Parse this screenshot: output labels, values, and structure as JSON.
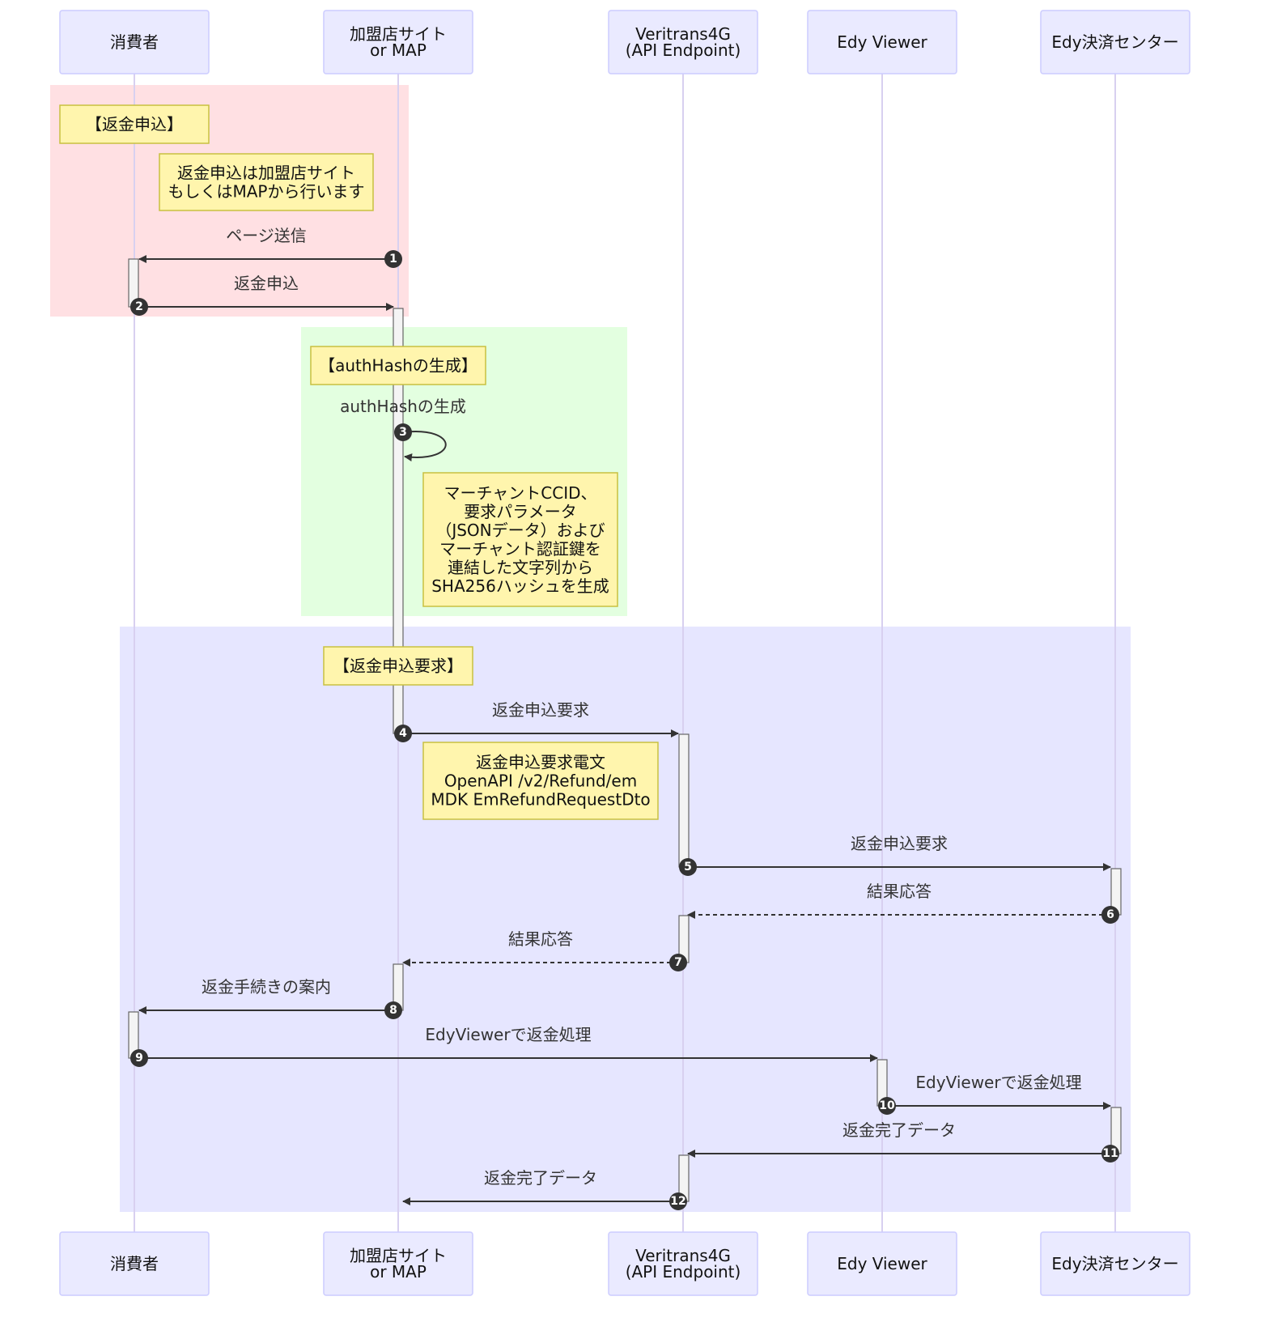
{
  "actors": [
    {
      "id": "consumer",
      "label": [
        "消費者"
      ]
    },
    {
      "id": "merchant",
      "label": [
        "加盟店サイト",
        "or MAP"
      ]
    },
    {
      "id": "veritrans",
      "label": [
        "Veritrans4G",
        "(API Endpoint)"
      ]
    },
    {
      "id": "edyviewer",
      "label": [
        "Edy Viewer"
      ]
    },
    {
      "id": "edycenter",
      "label": [
        "Edy決済センター"
      ]
    }
  ],
  "sections": [
    {
      "id": "refund-application",
      "color": "#ffe0e3"
    },
    {
      "id": "authhash-generation",
      "color": "#e3ffe0"
    },
    {
      "id": "refund-request",
      "color": "#e6e6ff"
    }
  ],
  "notes": [
    {
      "id": "section-title-refund-application",
      "lines": [
        "【返金申込】"
      ]
    },
    {
      "id": "note-refund-origin",
      "lines": [
        "返金申込は加盟店サイト",
        "もしくはMAPから行います"
      ]
    },
    {
      "id": "section-title-authhash",
      "lines": [
        "【authHashの生成】"
      ]
    },
    {
      "id": "note-authhash-detail",
      "lines": [
        "マーチャントCCID、",
        "要求パラメータ",
        "（JSONデータ）および",
        "マーチャント認証鍵を",
        "連結した文字列から",
        "SHA256ハッシュを生成"
      ]
    },
    {
      "id": "section-title-refund-request",
      "lines": [
        "【返金申込要求】"
      ]
    },
    {
      "id": "note-refund-message",
      "lines": [
        "返金申込要求電文",
        "OpenAPI /v2/Refund/em",
        "MDK EmRefundRequestDto"
      ]
    }
  ],
  "messages": [
    {
      "seq": "1",
      "from": "merchant",
      "to": "consumer",
      "label": "ページ送信",
      "style": "solid"
    },
    {
      "seq": "2",
      "from": "consumer",
      "to": "merchant",
      "label": "返金申込",
      "style": "solid"
    },
    {
      "seq": "3",
      "from": "merchant",
      "to": "merchant",
      "label": "authHashの生成",
      "style": "solid"
    },
    {
      "seq": "4",
      "from": "merchant",
      "to": "veritrans",
      "label": "返金申込要求",
      "style": "solid"
    },
    {
      "seq": "5",
      "from": "veritrans",
      "to": "edycenter",
      "label": "返金申込要求",
      "style": "solid"
    },
    {
      "seq": "6",
      "from": "edycenter",
      "to": "veritrans",
      "label": "結果応答",
      "style": "dashed"
    },
    {
      "seq": "7",
      "from": "veritrans",
      "to": "merchant",
      "label": "結果応答",
      "style": "dashed"
    },
    {
      "seq": "8",
      "from": "merchant",
      "to": "consumer",
      "label": "返金手続きの案内",
      "style": "solid"
    },
    {
      "seq": "9",
      "from": "consumer",
      "to": "edyviewer",
      "label": "EdyViewerで返金処理",
      "style": "solid"
    },
    {
      "seq": "10",
      "from": "edyviewer",
      "to": "edycenter",
      "label": "EdyViewerで返金処理",
      "style": "solid"
    },
    {
      "seq": "11",
      "from": "edycenter",
      "to": "veritrans",
      "label": "返金完了データ",
      "style": "solid"
    },
    {
      "seq": "12",
      "from": "veritrans",
      "to": "merchant",
      "label": "返金完了データ",
      "style": "solid"
    }
  ]
}
